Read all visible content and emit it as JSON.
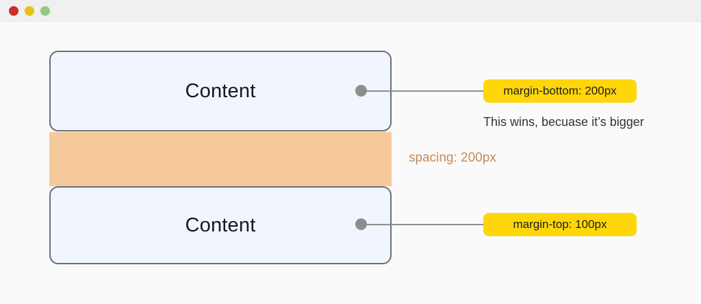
{
  "window": {
    "titlebar": {
      "buttons": [
        {
          "name": "close-button",
          "icon": "traffic-light-close",
          "color": "#cc2e2e"
        },
        {
          "name": "minimize-button",
          "icon": "traffic-light-minimize",
          "color": "#e8c113"
        },
        {
          "name": "maximize-button",
          "icon": "traffic-light-maximize",
          "color": "#92ca82"
        }
      ]
    }
  },
  "diagram": {
    "title": "",
    "boxes": [
      {
        "label": "Content",
        "position": "top"
      },
      {
        "label": "Content",
        "position": "bottom"
      }
    ],
    "spacing_band": {
      "label": "spacing: 200px",
      "color": "#f5c99a",
      "label_color": "#c68a55"
    },
    "annotations": [
      {
        "id": "margin-bottom",
        "badge": "margin-bottom: 200px",
        "badge_color": "#ffd60a",
        "note": "This wins, becuase it’s bigger",
        "anchor": "top-box"
      },
      {
        "id": "margin-top",
        "badge": "margin-top: 100px",
        "badge_color": "#ffd60a",
        "note": "",
        "anchor": "bottom-box"
      }
    ],
    "colors": {
      "box_fill": "#f1f5fe",
      "box_border": "#6b6f76",
      "connector": "#8d8d8d",
      "canvas": "#fafafa",
      "titlebar": "#f0f0f0"
    }
  }
}
